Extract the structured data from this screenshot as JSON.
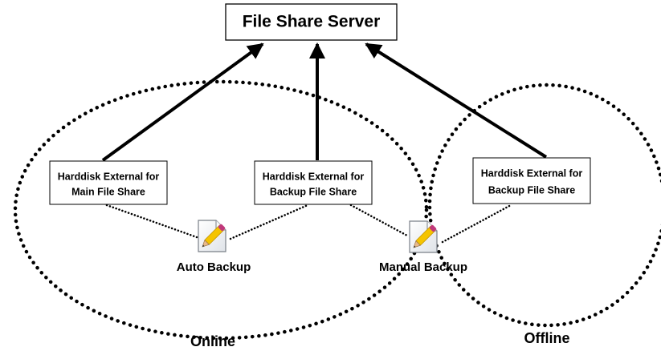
{
  "server": {
    "label": "File Share Server"
  },
  "nodes": {
    "main": {
      "line1": "Harddisk External for",
      "line2": "Main File Share"
    },
    "backup_online": {
      "line1": "Harddisk External for",
      "line2": "Backup File Share"
    },
    "backup_offline": {
      "line1": "Harddisk External for",
      "line2": "Backup File Share"
    }
  },
  "processes": {
    "auto": {
      "label": "Auto Backup",
      "icon": "edit-document-icon"
    },
    "manual": {
      "label": "Manual Backup",
      "icon": "edit-document-icon"
    }
  },
  "zones": {
    "online": {
      "label": "Online"
    },
    "offline": {
      "label": "Offline"
    }
  },
  "colors": {
    "stroke": "#000000",
    "pencil_body": "#f5c400",
    "pencil_tip": "#e8b98a",
    "eraser": "#c0387a",
    "paper": "#eef0f3"
  }
}
